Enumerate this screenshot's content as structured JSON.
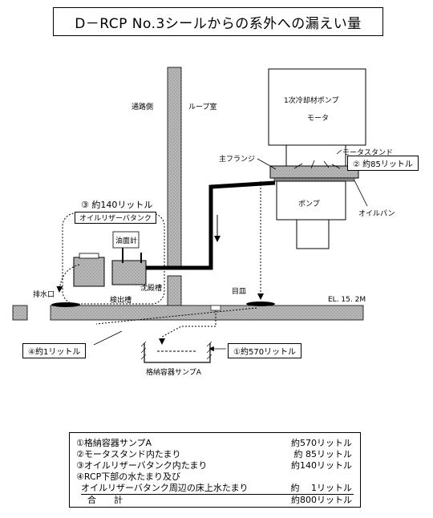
{
  "title": "D－RCP No.3シールからの系外への漏えい量",
  "labels": {
    "corridor_side": "通路側",
    "loop_room": "ループ室",
    "pump_motor_line1": "1次冷却材ポンプ",
    "pump_motor_line2": "モータ",
    "motor_stand": "モータスタンド",
    "main_flange": "主フランジ",
    "pump": "ポンプ",
    "oil_pan": "オイルパン",
    "oil_reservoir_tank": "オイルリザーバタンク",
    "oil_level_gauge": "油面計",
    "drain_port": "排水口",
    "detection_tank": "検出槽",
    "settling_tank": "沈殿槽",
    "drip_pan": "目皿",
    "elevation": "EL. 15. 2M",
    "containment_sump": "格納容器サンプA"
  },
  "callouts": {
    "c1": "①約570リットル",
    "c2": "② 約85リットル",
    "c3": "③ 約140リットル",
    "c4": "④約1リットル"
  },
  "summary": {
    "rows": [
      {
        "item": "①格納容器サンプA",
        "value": "約570リットル"
      },
      {
        "item": "②モータスタンド内たまり",
        "value": "約 85リットル"
      },
      {
        "item": "③オイルリザーバタンク内たまり",
        "value": "約140リットル"
      },
      {
        "item": "④RCP下部の水たまり及び",
        "value": ""
      },
      {
        "item": "オイルリザーバタンク周辺の床上水たまり",
        "value": "約　 1リットル"
      },
      {
        "item": "合　　計",
        "value": "約800リットル"
      }
    ]
  }
}
